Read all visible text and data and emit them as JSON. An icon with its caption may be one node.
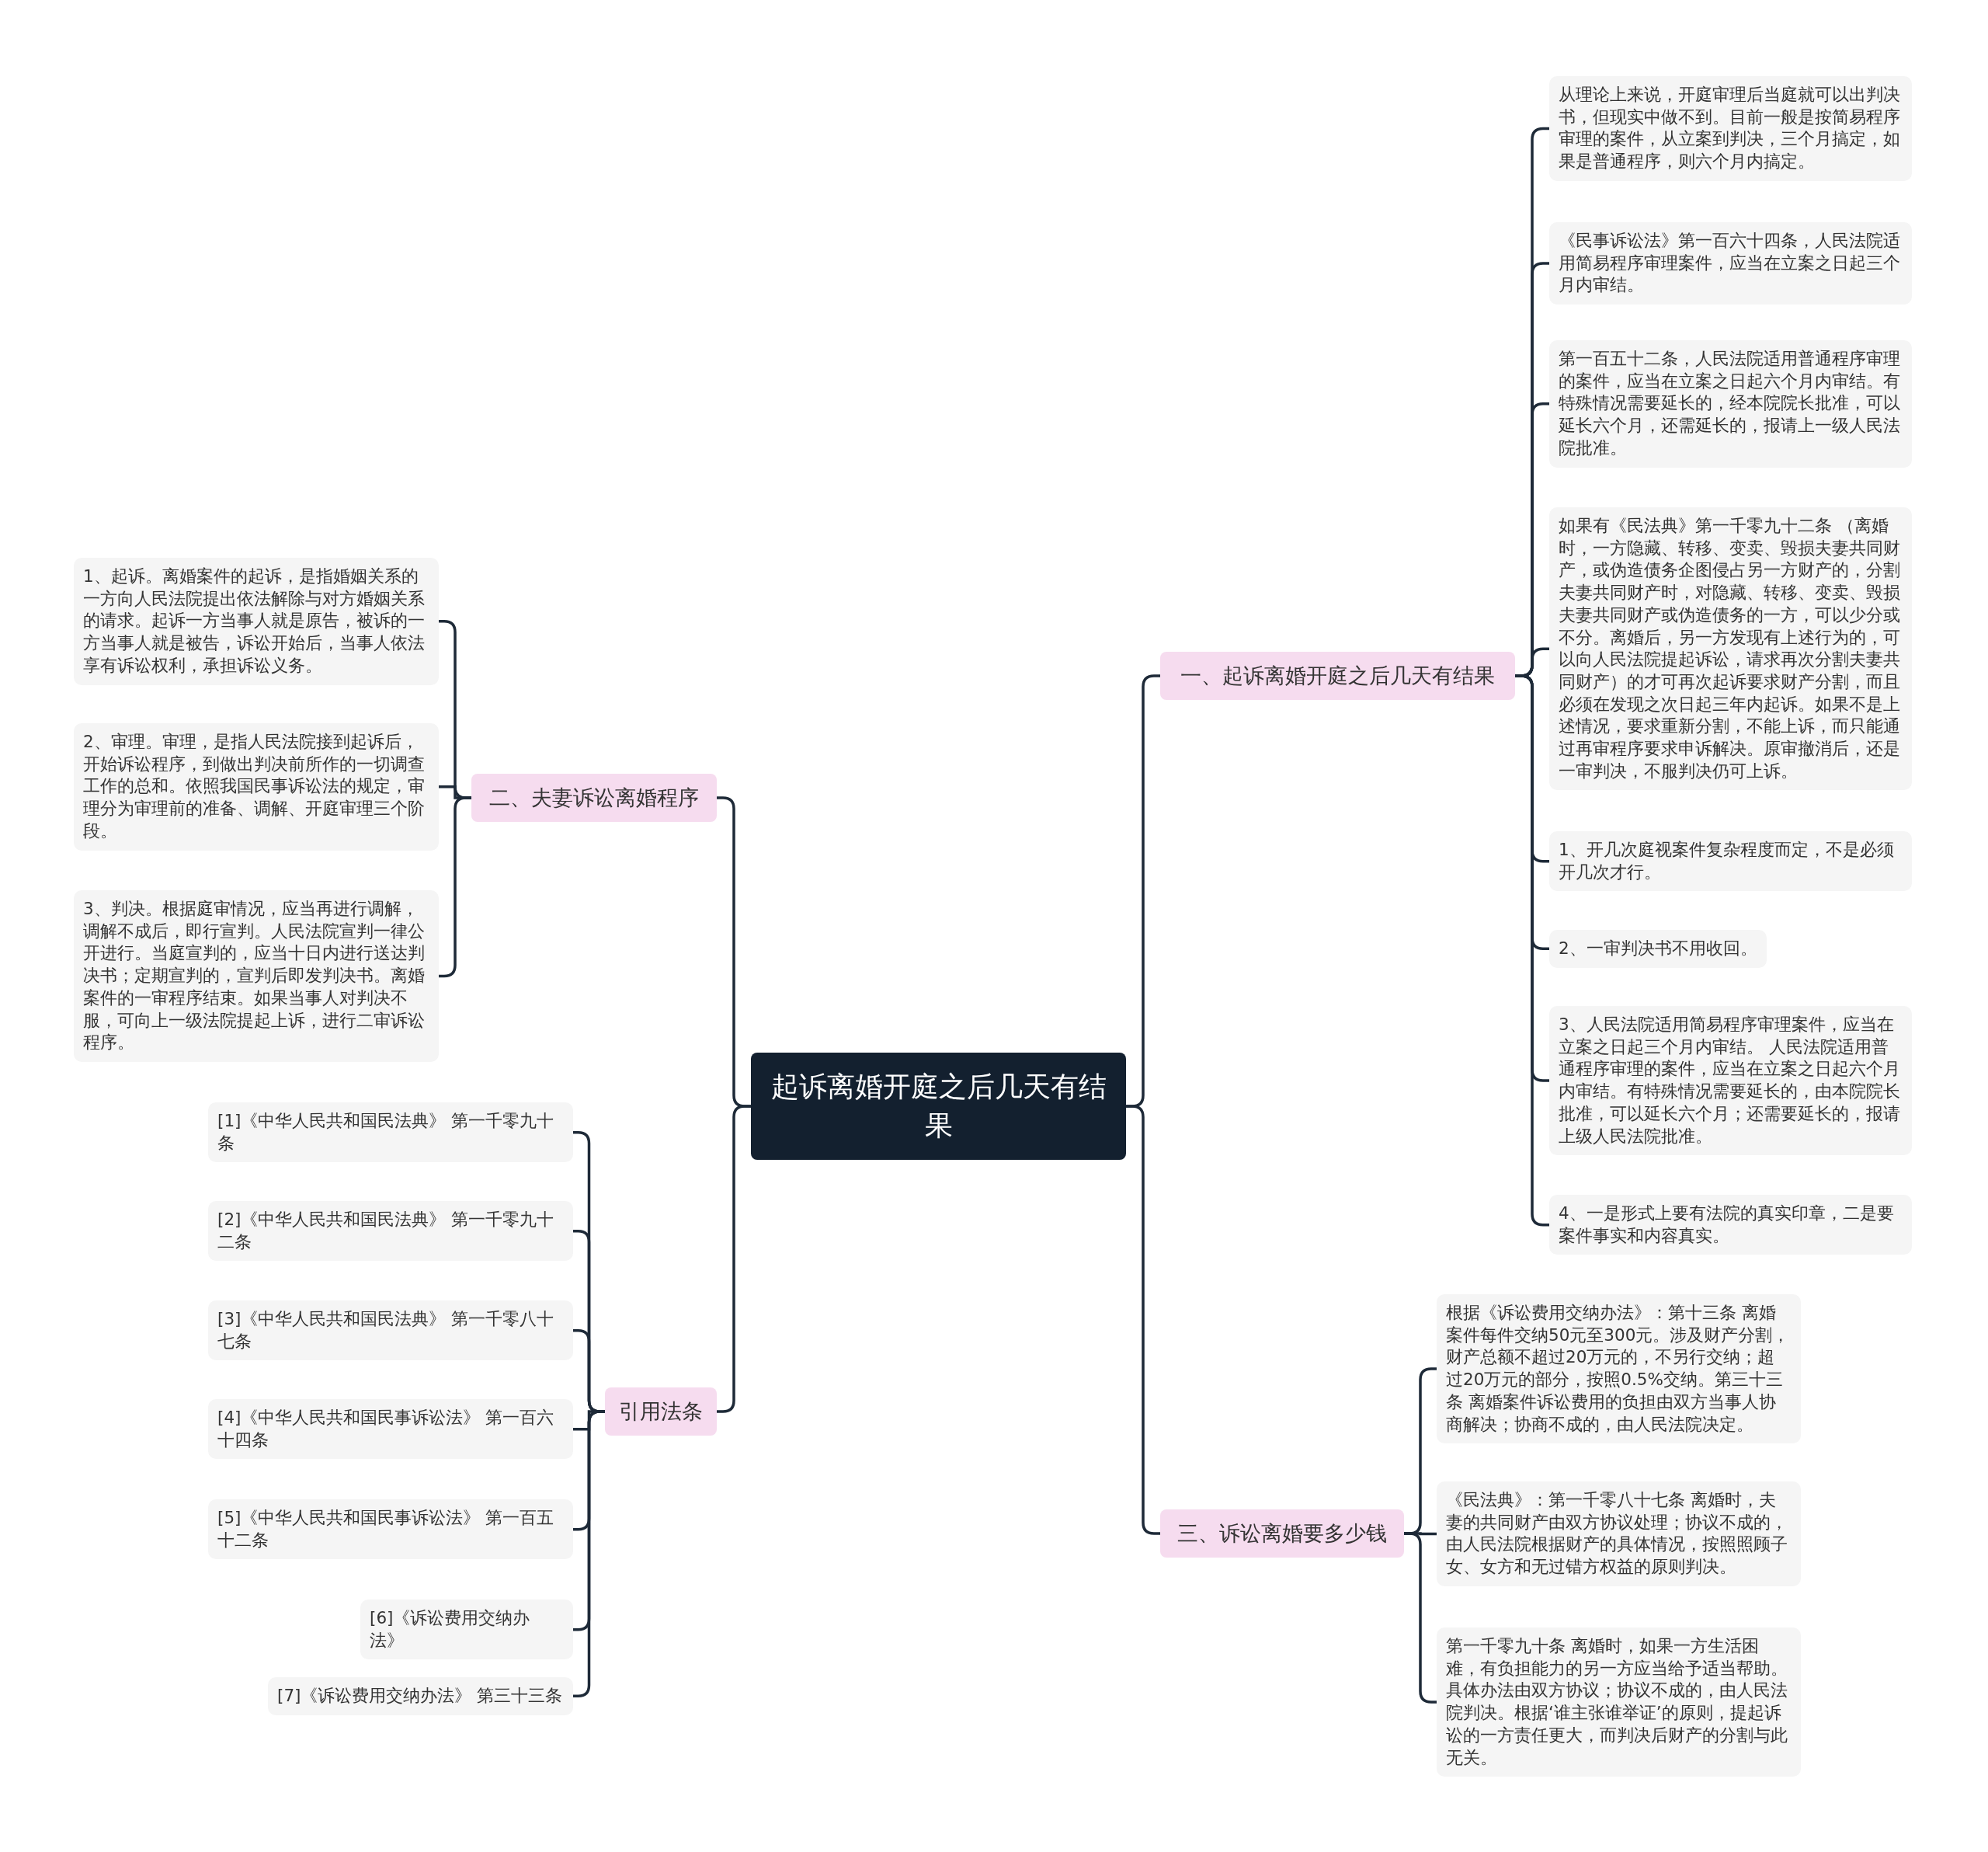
{
  "diagram": {
    "nodes": [
      {
        "text": [
          "起诉离婚开庭之后几天有结果"
        ]
      },
      {
        "text": [
          "一、起诉离婚开庭之后几天有结果"
        ]
      },
      {
        "text": [
          "从理论上来说，开庭审理后当庭就可以出判决书，但现实中做不到。目前一般是按简易程序审理的案件，从立案到判决，三个月搞定，如果是普通程序，则六个月内搞定。"
        ]
      },
      {
        "text": [
          "《民事诉讼法》第一百六十四条，人民法院适用简易程序审理案件，应当在立案之日起三个月内审结。"
        ]
      },
      {
        "text": [
          "第一百五十二条，人民法院适用普通程序审理的案件，应当在立案之日起六个月内审结。有特殊情况需要延长的，经本院院长批准，可以延长六个月，还需延长的，报请上一级人民法院批准。"
        ]
      },
      {
        "text": [
          "如果有《民法典》第一千零九十二条 （离婚时，一方隐藏、转移、变卖、毁损夫妻共同财产，或伪造债务企图侵占另一方财产的，分割夫妻共同财产时，对隐藏、转移、变卖、毁损夫妻共同财产或伪造债务的一方，可以少分或不分。离婚后，另一方发现有上述行为的，可以向人民法院提起诉讼，请求再次分割夫妻共同财产）的才可再次起诉要求财产分割，而且必须在发现之次日起三年内起诉。如果不是上述情况，要求重新分割，不能上诉，而只能通过再审程序要求申诉解决。原审撤消后，还是一审判决，不服判决仍可上诉。"
        ]
      },
      {
        "text": [
          "1、开几次庭视案件复杂程度而定，不是必须开几次才行。"
        ]
      },
      {
        "text": [
          "2、一审判决书不用收回。"
        ]
      },
      {
        "text": [
          "3、人民法院适用简易程序审理案件，应当在立案之日起三个月内审结。 人民法院适用普通程序审理的案件，应当在立案之日起六个月内审结。有特殊情况需要延长的，由本院院长批准，可以延长六个月；还需要延长的，报请上级人民法院批准。"
        ]
      },
      {
        "text": [
          "4、一是形式上要有法院的真实印章，二是要案件事实和内容真实。"
        ]
      },
      {
        "text": [
          "二、夫妻诉讼离婚程序"
        ]
      },
      {
        "text": [
          "1、起诉。离婚案件的起诉，是指婚姻关系的一方向人民法院提出依法解除与对方婚姻关系的请求。起诉一方当事人就是原告，被诉的一方当事人就是被告，诉讼开始后，当事人依法享有诉讼权利，承担诉讼义务。"
        ]
      },
      {
        "text": [
          "2、审理。审理，是指人民法院接到起诉后，开始诉讼程序，到做出判决前所作的一切调查工作的总和。依照我国民事诉讼法的规定，审理分为审理前的准备、调解、开庭审理三个阶段。"
        ]
      },
      {
        "text": [
          "3、判决。根据庭审情况，应当再进行调解，调解不成后，即行宣判。人民法院宣判一律公开进行。当庭宣判的，应当十日内进行送达判决书；定期宣判的，宣判后即发判决书。离婚案件的一审程序结束。如果当事人对判决不服，可向上一级法院提起上诉，进行二审诉讼程序。"
        ]
      },
      {
        "text": [
          "引用法条"
        ]
      },
      {
        "text": [
          "[1]《中华人民共和国民法典》 第一千零九十条"
        ]
      },
      {
        "text": [
          "[2]《中华人民共和国民法典》 第一千零九十二条"
        ]
      },
      {
        "text": [
          "[3]《中华人民共和国民法典》 第一千零八十七条"
        ]
      },
      {
        "text": [
          "[4]《中华人民共和国民事诉讼法》 第一百六十四条"
        ]
      },
      {
        "text": [
          "[5]《中华人民共和国民事诉讼法》 第一百五十二条"
        ]
      },
      {
        "text": [
          "[6]《诉讼费用交纳办法》"
        ]
      },
      {
        "text": [
          "[7]《诉讼费用交纳办法》 第三十三条"
        ]
      },
      {
        "text": [
          "三、诉讼离婚要多少钱"
        ]
      },
      {
        "text": [
          "根据《诉讼费用交纳办法》：第十三条 离婚案件每件交纳50元至300元。涉及财产分割，财产总额不超过20万元的，不另行交纳；超过20万元的部分，按照0.5%交纳。第三十三条 离婚案件诉讼费用的负担由双方当事人协商解决；协商不成的，由人民法院决定。"
        ]
      },
      {
        "text": [
          "《民法典》：第一千零八十七条 离婚时，夫妻的共同财产由双方协议处理；协议不成的，由人民法院根据财产的具体情况，按照照顾子女、女方和无过错方权益的原则判决。"
        ]
      },
      {
        "text": [
          "第一千零九十条 离婚时，如果一方生活困难，有负担能力的另一方应当给予适当帮助。具体办法由双方协议；协议不成的，由人民法院判决。根据‘谁主张谁举证’的原则，提起诉讼的一方责任更大，而判决后财产的分割与此无关。"
        ]
      }
    ],
    "edges": [
      {
        "from": 0,
        "to": 1,
        "arrow": "none"
      },
      {
        "from": 1,
        "to": 2,
        "arrow": "none"
      },
      {
        "from": 1,
        "to": 3,
        "arrow": "none"
      },
      {
        "from": 1,
        "to": 4,
        "arrow": "none"
      },
      {
        "from": 1,
        "to": 5,
        "arrow": "none"
      },
      {
        "from": 1,
        "to": 6,
        "arrow": "none"
      },
      {
        "from": 1,
        "to": 7,
        "arrow": "none"
      },
      {
        "from": 1,
        "to": 8,
        "arrow": "none"
      },
      {
        "from": 1,
        "to": 9,
        "arrow": "none"
      },
      {
        "from": 0,
        "to": 10,
        "arrow": "none"
      },
      {
        "from": 10,
        "to": 11,
        "arrow": "none"
      },
      {
        "from": 10,
        "to": 12,
        "arrow": "none"
      },
      {
        "from": 10,
        "to": 13,
        "arrow": "none"
      },
      {
        "from": 0,
        "to": 14,
        "arrow": "none"
      },
      {
        "from": 14,
        "to": 15,
        "arrow": "none"
      },
      {
        "from": 14,
        "to": 16,
        "arrow": "none"
      },
      {
        "from": 14,
        "to": 17,
        "arrow": "none"
      },
      {
        "from": 14,
        "to": 18,
        "arrow": "none"
      },
      {
        "from": 14,
        "to": 19,
        "arrow": "none"
      },
      {
        "from": 14,
        "to": 20,
        "arrow": "none"
      },
      {
        "from": 14,
        "to": 21,
        "arrow": "none"
      },
      {
        "from": 0,
        "to": 22,
        "arrow": "none"
      },
      {
        "from": 22,
        "to": 23,
        "arrow": "none"
      },
      {
        "from": 22,
        "to": 24,
        "arrow": "none"
      },
      {
        "from": 22,
        "to": 25,
        "arrow": "none"
      }
    ]
  }
}
